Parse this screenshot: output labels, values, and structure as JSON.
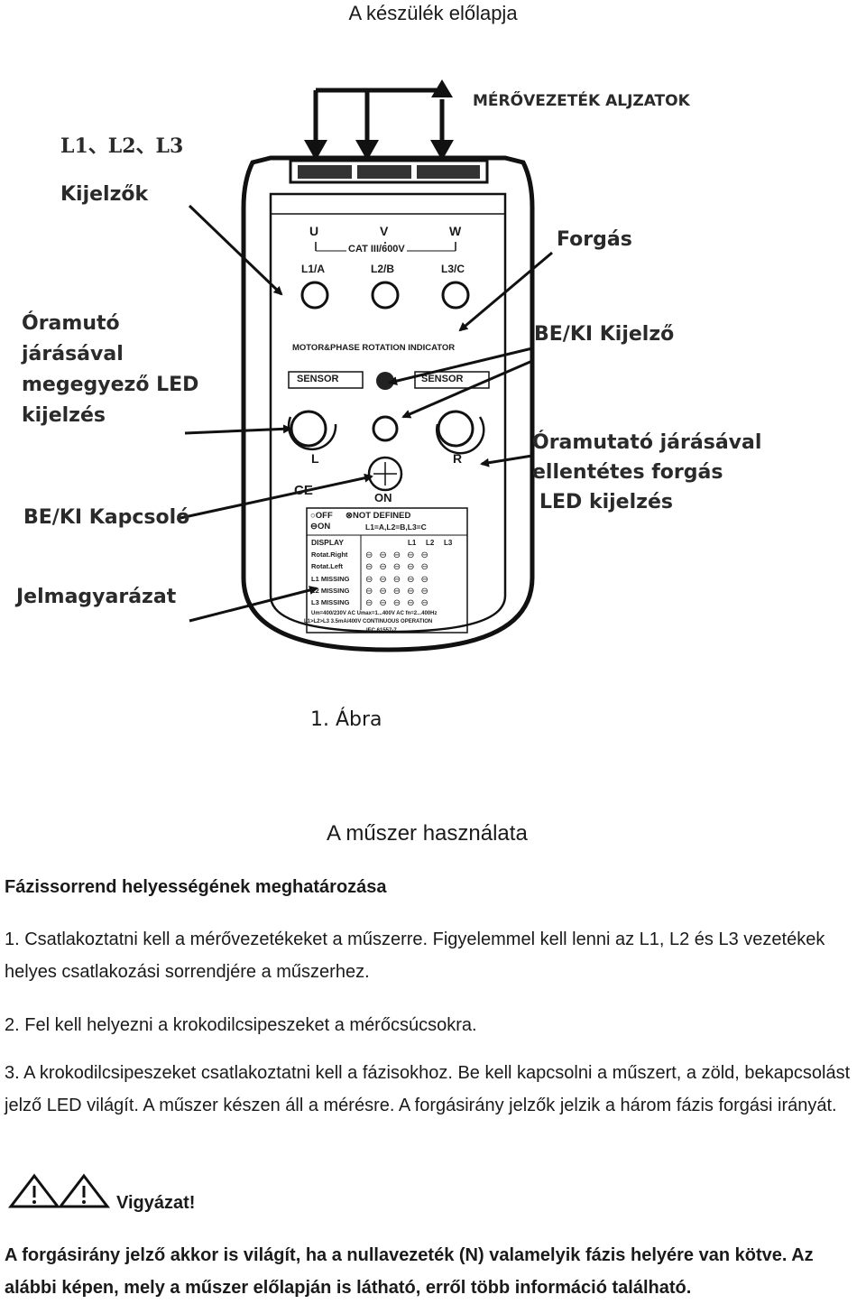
{
  "doc_title": "A készülék előlapja",
  "figure": {
    "callouts": {
      "sockets": "MÉRŐVEZETÉK ALJZATOK",
      "l_codes": "L1、L2、L3",
      "l_kijelzok": "Kijelzők",
      "forgas": "Forgás",
      "onoff_indicator": "BE/KI Kijelző",
      "cw_line1": "Óramutó",
      "cw_line2": "járásával",
      "cw_line3": "megegyező LED",
      "cw_line4": "kijelzés",
      "ccw_line1": "Óramutató járásával",
      "ccw_line2": "ellentétes forgás",
      "ccw_line3": "LED kijelzés",
      "onoff_switch": "BE/KI Kapcsoló",
      "legend": "Jelmagyarázat"
    },
    "device": {
      "u": "U",
      "v": "V",
      "w": "W",
      "cat": "CAT III/600V",
      "l1": "L1/A",
      "l2": "L2/B",
      "l3": "L3/C",
      "title": "MOTOR&PHASE ROTATION INDICATOR",
      "sensor_left": "SENSOR",
      "sensor_right": "SENSOR",
      "l_label": "L",
      "r_label": "R",
      "ce": "CE",
      "on": "ON",
      "legend_off": "OFF",
      "legend_nd": "NOT DEFINED",
      "legend_on": "ON",
      "mapping": "L1=A,L2=B,L3=C",
      "rows": [
        "DISPLAY",
        "Rotat.Right",
        "Rotat.Left",
        "L1 MISSING",
        "L2 MISSING",
        "L3 MISSING"
      ],
      "cols": [
        "L1",
        "L2",
        "L3"
      ],
      "spec1": "Um=400/230V AC  Umax=1...400V AC  fn=2...400Hz",
      "spec2": "L1>L2>L3 3.5mA/400V CONTINUOUS OPERATION",
      "spec3": "IEC 61557-7"
    },
    "caption": "1. Ábra"
  },
  "section_title": "A műszer használata",
  "subheading": "Fázissorrend helyességének meghatározása",
  "paragraphs": [
    "1. Csatlakoztatni kell a mérővezetékeket a műszerre. Figyelemmel kell lenni az L1, L2 és L3 vezetékek helyes csatlakozási sorrendjére a műszerhez.",
    "2. Fel kell helyezni a krokodilcsipeszeket a mérőcsúcsokra.",
    "3. A krokodilcsipeszeket csatlakoztatni kell a fázisokhoz. Be kell kapcsolni a műszert, a zöld, bekapcsolást jelző LED világít. A műszer készen áll a mérésre. A forgásirány jelzők jelzik a három fázis forgási irányát."
  ],
  "warning_label": "Vigyázat!",
  "final_text": "A forgásirány jelző akkor is világít, ha a nullavezeték (N) valamelyik fázis helyére van kötve. Az alábbi képen, mely a műszer előlapján is látható, erről több információ található."
}
